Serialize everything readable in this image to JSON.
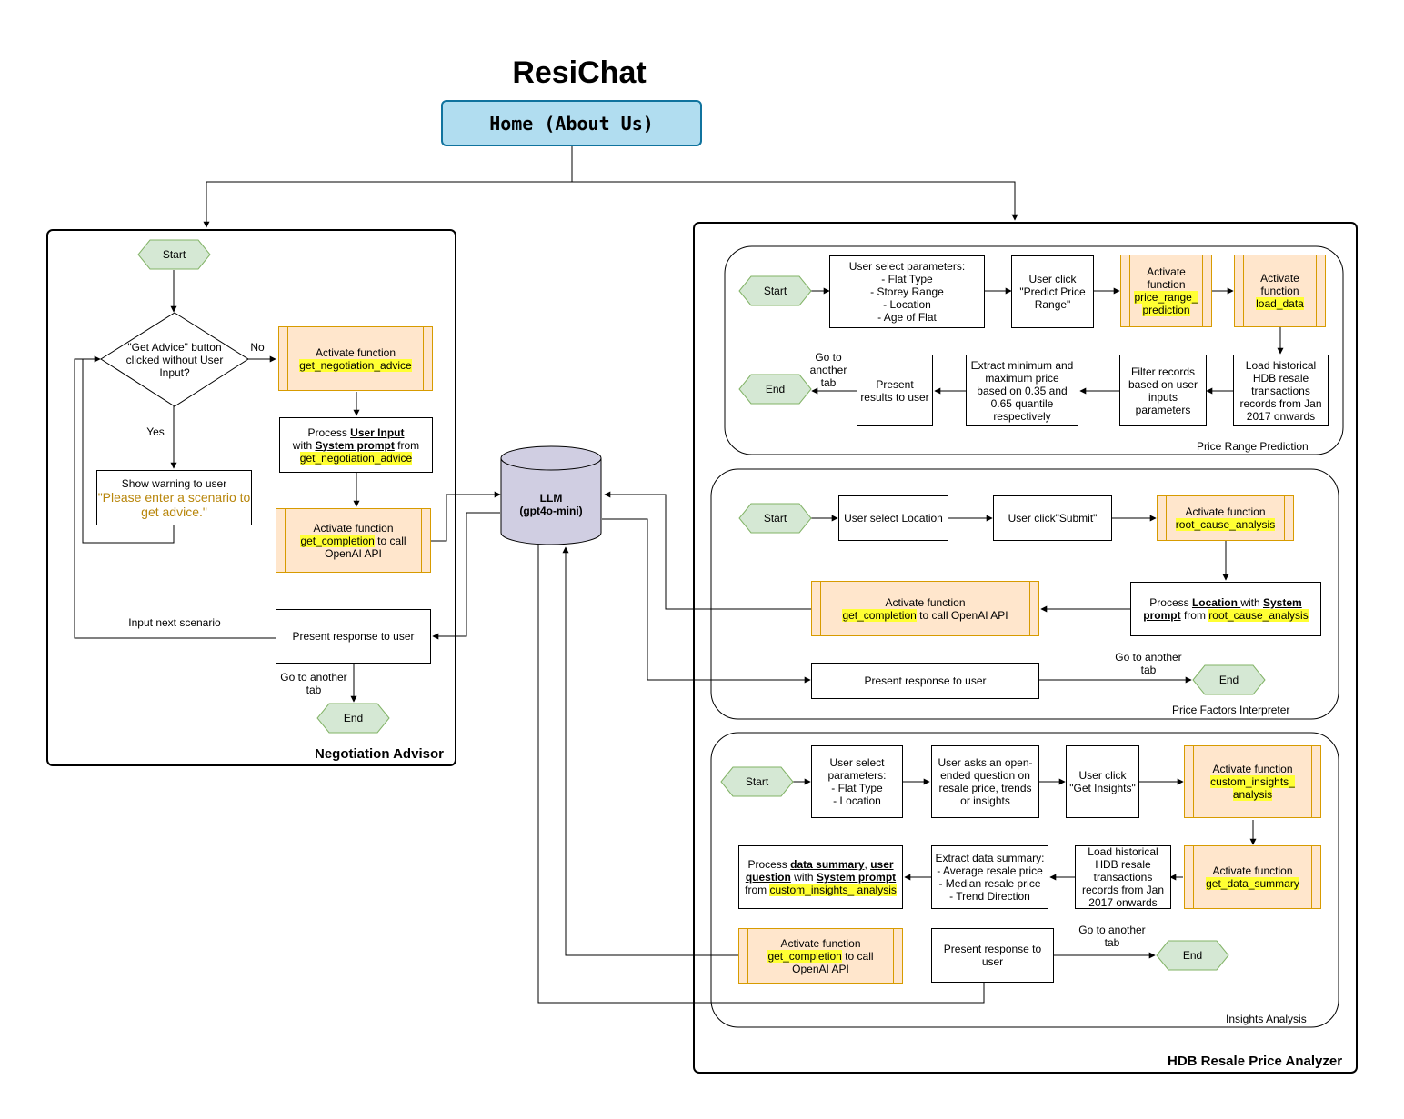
{
  "title": "ResiChat",
  "home": "Home (About Us)",
  "llm": {
    "name": "LLM",
    "model": "(gpt4o-mini)"
  },
  "colors": {
    "home_fill": "#b1ddf0",
    "home_border": "#10739e",
    "fn_fill": "#ffe6cc",
    "fn_border": "#d79b00",
    "term_fill": "#d5e8d4",
    "term_border": "#82b366",
    "highlight": "#ffff33",
    "warning_text": "#b8860b"
  },
  "negotiation": {
    "caption": "Negotiation Advisor",
    "start": "Start",
    "decision": "\"Get Advice\" button clicked without User Input?",
    "no": "No",
    "yes": "Yes",
    "activate_prefix": "Activate function",
    "activate_fn": "get_negotiation_advice",
    "process_a": "Process ",
    "process_b": "User Input",
    "process_c": "with ",
    "process_d": "System prompt",
    "process_e": " from",
    "process_fn": "get_negotiation_advice",
    "warning_head": "Show warning to user",
    "warning_text": "\"Please enter a scenario to get advice.\"",
    "completion_prefix": "Activate function",
    "completion_fn": "get_completion",
    "completion_suffix": " to call OpenAI API",
    "present": "Present response to user",
    "input_next": "Input next scenario",
    "goto": "Go to another tab",
    "end": "End"
  },
  "analyzer": {
    "caption": "HDB Resale Price Analyzer",
    "prp": {
      "caption": "Price Range Prediction",
      "start": "Start",
      "select_head": "User select parameters:",
      "select_items": [
        "- Flat Type",
        "- Storey Range",
        "- Location",
        "- Age of Flat"
      ],
      "click": "User click \"Predict Price Range\"",
      "act1_prefix": "Activate function",
      "act1_fn": "price_range_ prediction",
      "act2_prefix": "Activate function",
      "act2_fn": "load_data",
      "load": "Load historical HDB resale transactions records from Jan 2017 onwards",
      "filter": "Filter records based on user inputs parameters",
      "extract": "Extract minimum and maximum price based on 0.35 and 0.65 quantile respectively",
      "present": "Present results to user",
      "goto": "Go to another tab",
      "end": "End"
    },
    "pfi": {
      "caption": "Price Factors Interpreter",
      "start": "Start",
      "select": "User select Location",
      "click": "User click\"Submit\"",
      "act_prefix": "Activate function",
      "act_fn": "root_cause_analysis",
      "process_a": "Process ",
      "process_b": "Location ",
      "process_c": "with ",
      "process_d": "System prompt",
      "process_e": " from ",
      "process_fn": "root_cause_analysis",
      "completion_prefix": "Activate function",
      "completion_fn": "get_completion",
      "completion_suffix": " to call OpenAI API",
      "present": "Present response to user",
      "goto": "Go to another tab",
      "end": "End"
    },
    "ia": {
      "caption": "Insights Analysis",
      "start": "Start",
      "select_head": "User select parameters:",
      "select_items": [
        "- Flat Type",
        "- Location"
      ],
      "ask": "User asks an open-ended question on resale price, trends or insights",
      "click": "User click \"Get Insights\"",
      "act1_prefix": "Activate function",
      "act1_fn": "custom_insights_ analysis",
      "act2_prefix": "Activate function",
      "act2_fn": "get_data_summary",
      "load": "Load historical HDB resale transactions records from Jan 2017 onwards",
      "extract_head": "Extract data summary:",
      "extract_items": [
        "- Average resale price",
        "- Median resale price",
        "- Trend Direction"
      ],
      "process_a": "Process ",
      "process_b": "data summary",
      "process_c": ", ",
      "process_d": "user question",
      "process_e": " with ",
      "process_f": "System prompt",
      "process_g": " from ",
      "process_fn": "custom_insights_ analysis",
      "completion_prefix": "Activate function",
      "completion_fn": "get_completion",
      "completion_suffix": " to call OpenAI API",
      "present": "Present response to user",
      "goto": "Go to another tab",
      "end": "End"
    }
  }
}
